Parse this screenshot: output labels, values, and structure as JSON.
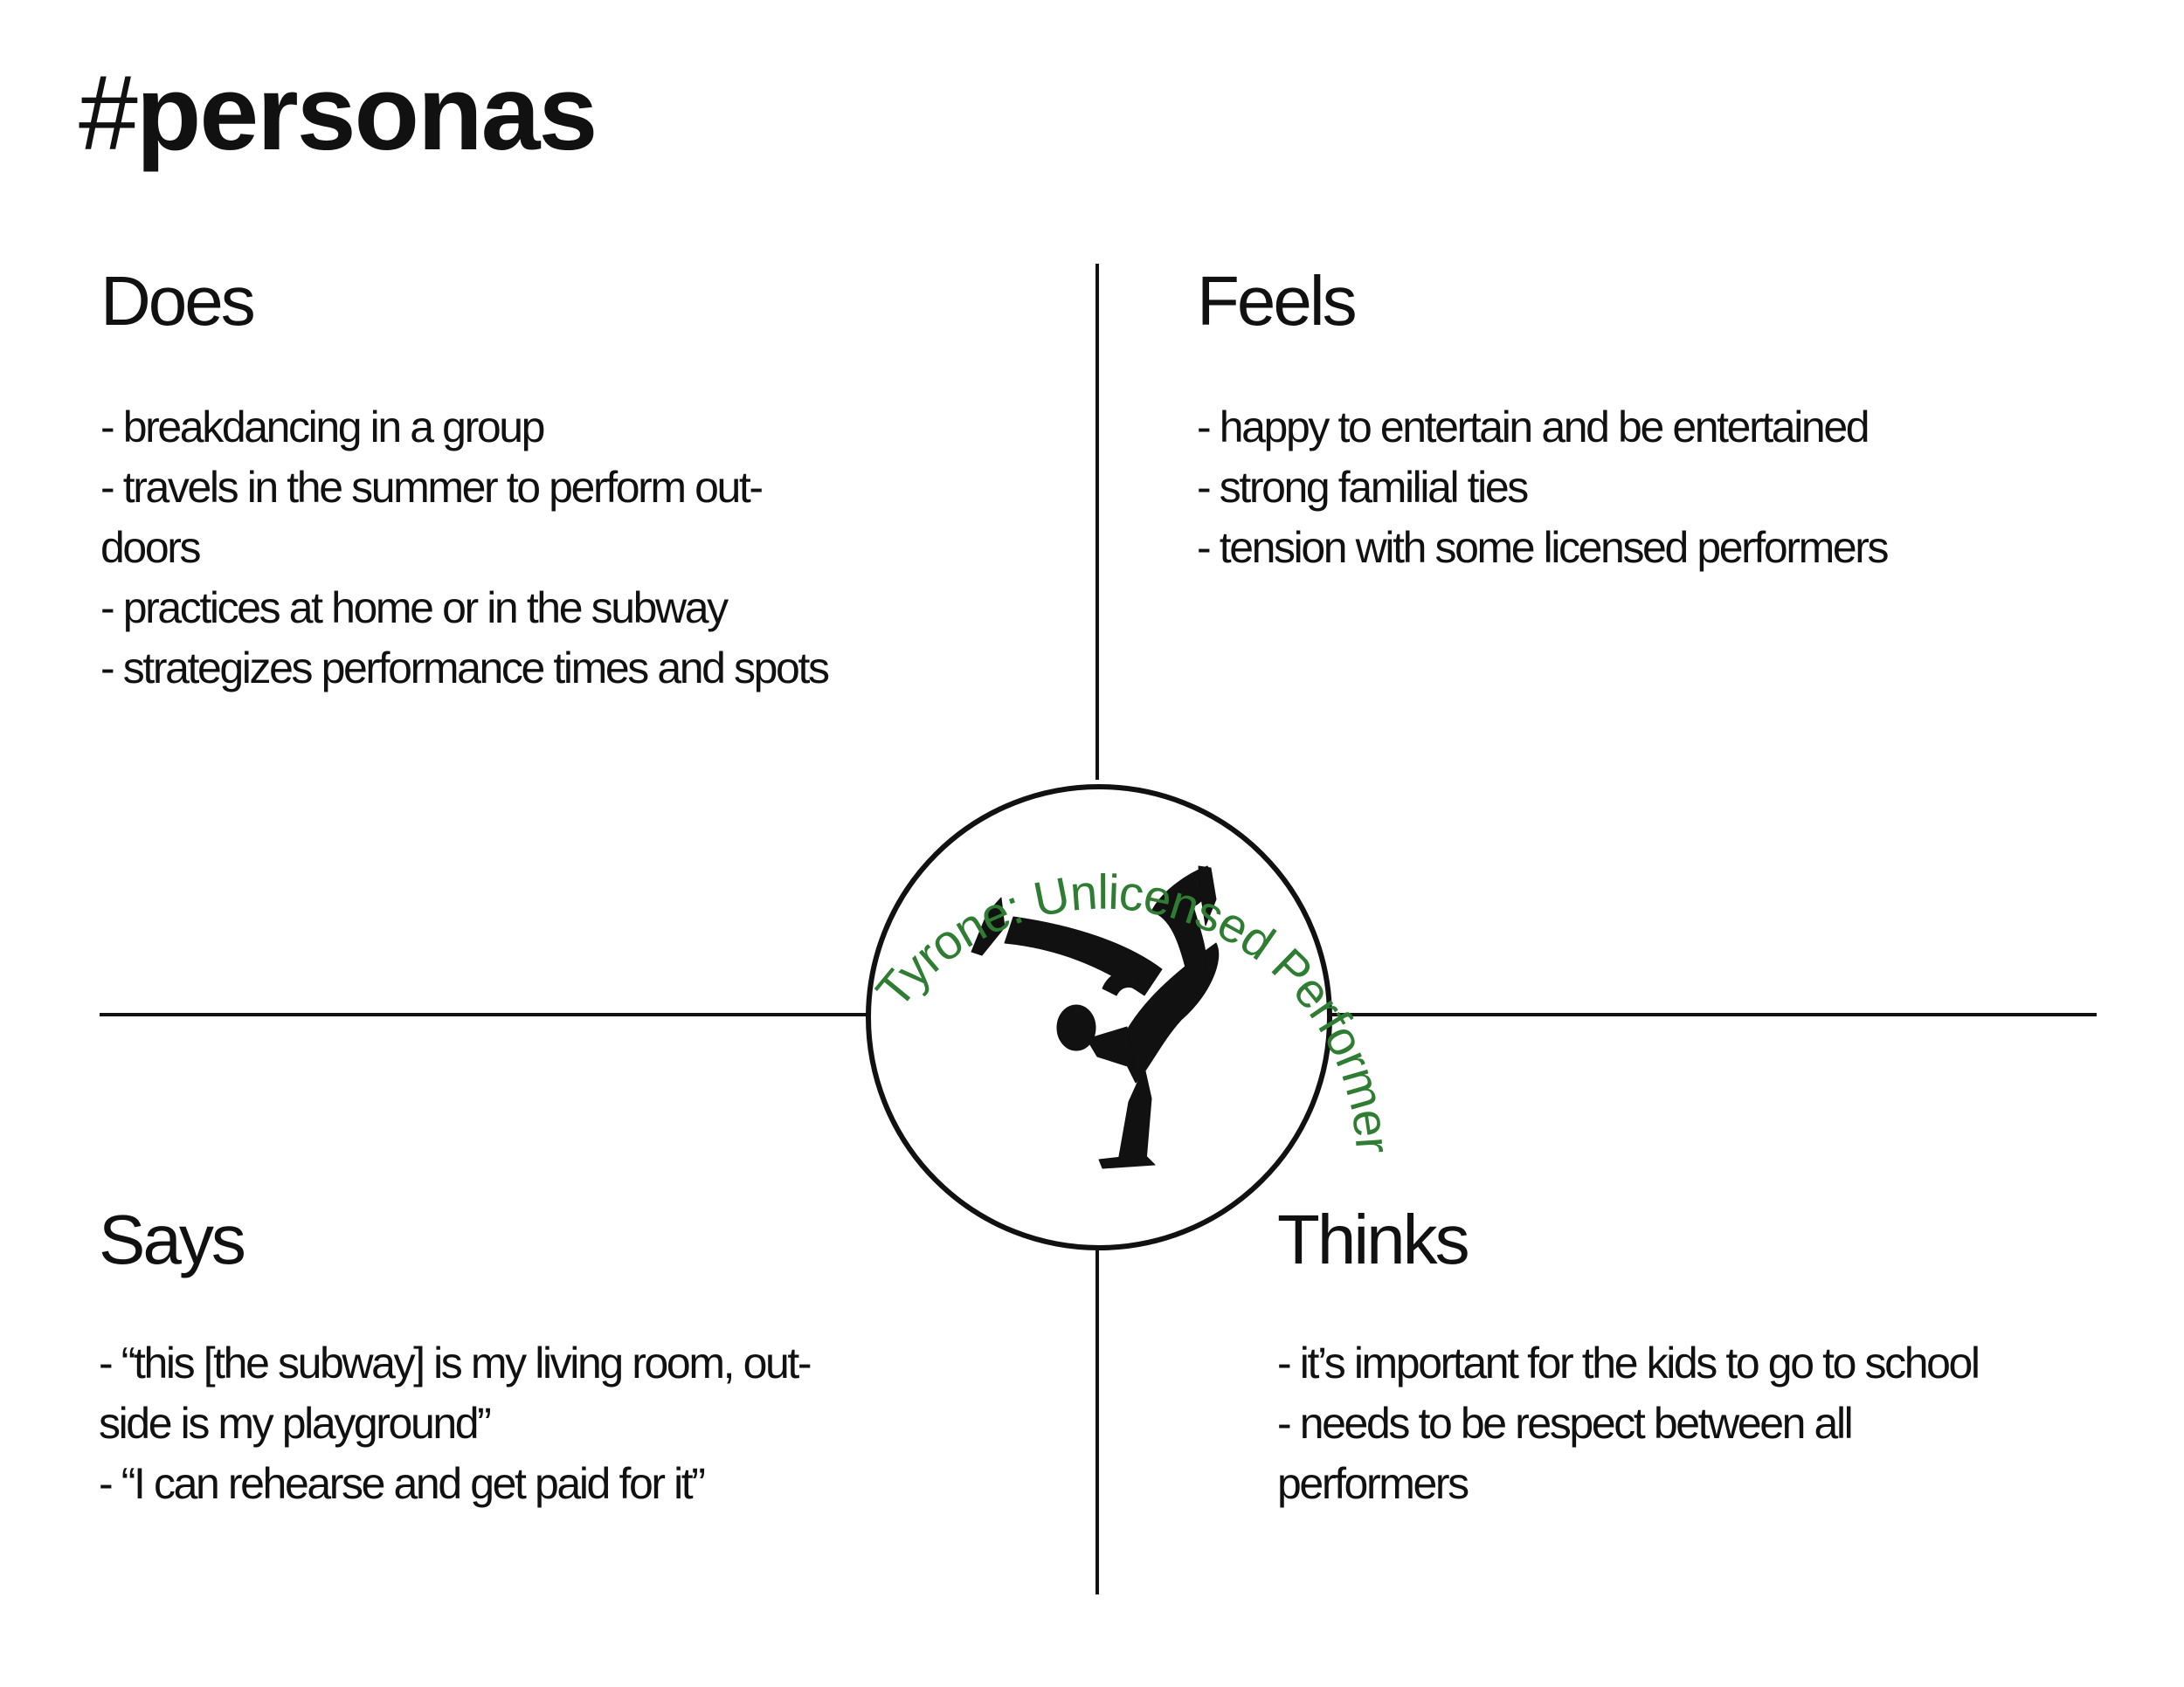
{
  "title": {
    "hash": "#",
    "word": "personas"
  },
  "persona": {
    "name_label": "Tyrone: Unlicensed Performer",
    "label_color": "#2e7d32",
    "image": "breakdancer-silhouette-icon"
  },
  "quadrants": {
    "does": {
      "heading": "Does",
      "items": [
        "- breakdancing in a group",
        "- travels in the summer to perform out-",
        "doors",
        "- practices at home or in the subway",
        "- strategizes performance times and spots"
      ]
    },
    "feels": {
      "heading": "Feels",
      "items": [
        "- happy to entertain and be entertained",
        "- strong familial ties",
        "- tension with some licensed performers"
      ]
    },
    "says": {
      "heading": "Says",
      "items": [
        "- “this [the subway] is my living room, out-",
        "side is my playground”",
        "- “I can rehearse and get paid for it”"
      ]
    },
    "thinks": {
      "heading": "Thinks",
      "items": [
        "- it’s important for the kids to go to school",
        "- needs to be respect between all",
        "performers"
      ]
    }
  }
}
